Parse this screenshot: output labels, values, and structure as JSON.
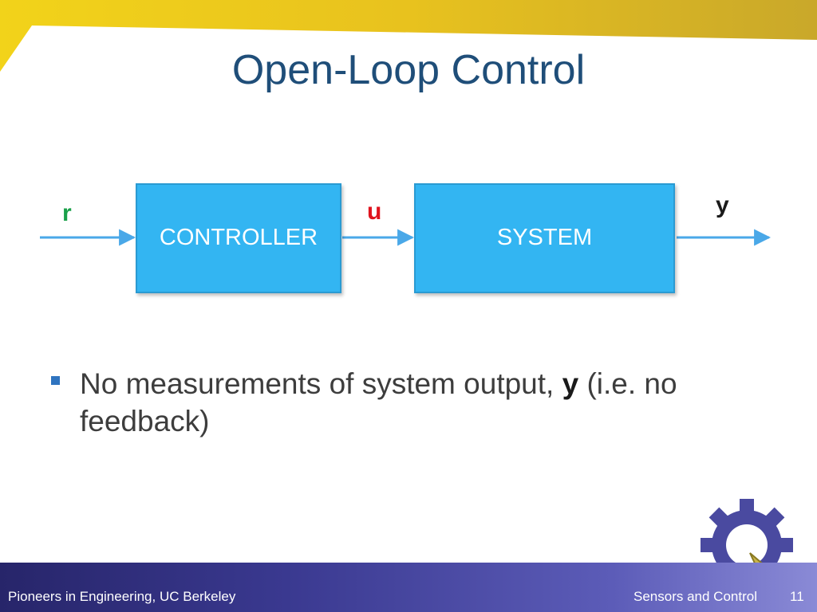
{
  "slide": {
    "title": "Open-Loop Control",
    "page_number": "11"
  },
  "diagram": {
    "blocks": [
      {
        "label": "CONTROLLER"
      },
      {
        "label": "SYSTEM"
      }
    ],
    "signals": {
      "input": "r",
      "control": "u",
      "output": "y"
    },
    "colors": {
      "block_fill": "#33b5f2",
      "arrow": "#4aa8e8",
      "input_signal": "#1aa04a",
      "control_signal": "#e0141e",
      "title": "#1f4e79"
    }
  },
  "bullet": {
    "text_before": "No measurements of system output, ",
    "emphasis": "y",
    "text_after": " (i.e. no feedback)"
  },
  "footer": {
    "left": "Pioneers in Engineering, UC Berkeley",
    "right": "Sensors and Control"
  },
  "icons": {
    "logo": "gear-logo-icon",
    "bullet": "square-bullet-icon"
  }
}
